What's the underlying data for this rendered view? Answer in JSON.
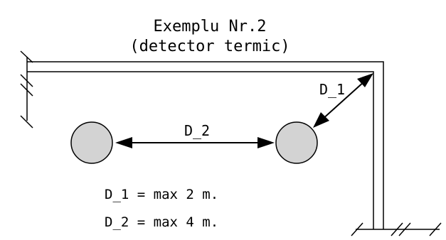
{
  "title": {
    "line1": "Exemplu Nr.2",
    "line2": "(detector termic)"
  },
  "labels": {
    "d1": "D_1",
    "d2": "D_2"
  },
  "notes": {
    "d1_rule": "D_1 = max 2 m.",
    "d2_rule": "D_2 = max 4 m."
  },
  "colors": {
    "detector_fill": "#d3d3d3",
    "stroke": "#000000"
  }
}
